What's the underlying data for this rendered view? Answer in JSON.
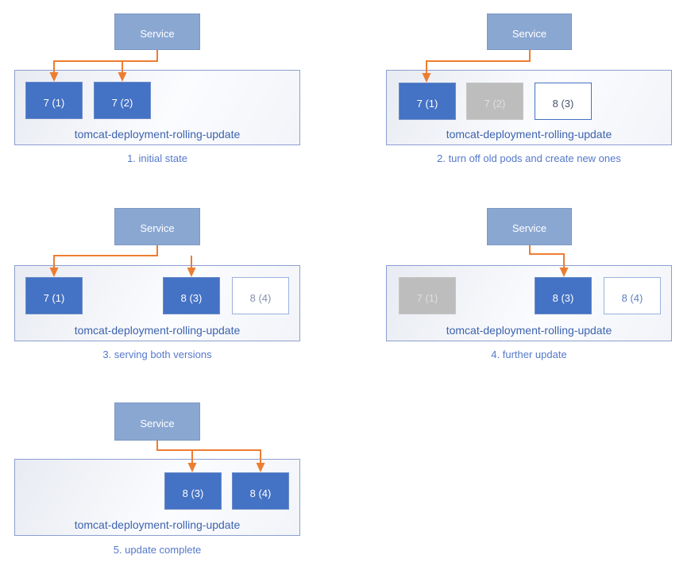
{
  "colors": {
    "service_fill": "#8AA7D2",
    "service_border": "#7C99C6",
    "service_text": "#FFFFFF",
    "pod_active_fill": "#4472C4",
    "pod_active_border": "#6C8CC8",
    "pod_active_text": "#FFFFFF",
    "pod_terminated_fill": "#BDBDBD",
    "pod_terminated_border": "#C6C6C6",
    "pod_terminated_text": "#DFDFDF",
    "pod_new_fill": "#FFFFFF",
    "arrow": "#ED7D31",
    "container_border": "#8C9FD0",
    "deployment_label_text": "#3D63AF",
    "caption_text": "#5578CC"
  },
  "panels": [
    {
      "id": 1,
      "caption": "1. initial state",
      "service": {
        "label": "Service"
      },
      "deployment": {
        "label": "tomcat-deployment-rolling-update"
      },
      "pods": [
        {
          "label": "7 (1)",
          "state": "active"
        },
        {
          "label": "7 (2)",
          "state": "active"
        }
      ],
      "service_routes_to": [
        "7 (1)",
        "7 (2)"
      ]
    },
    {
      "id": 2,
      "caption": "2. turn off old pods and create new ones",
      "service": {
        "label": "Service"
      },
      "deployment": {
        "label": "tomcat-deployment-rolling-update"
      },
      "pods": [
        {
          "label": "7 (1)",
          "state": "active"
        },
        {
          "label": "7 (2)",
          "state": "terminated"
        },
        {
          "label": "8 (3)",
          "state": "new",
          "border_color": "#4472C4",
          "text_color": "#44546A"
        }
      ],
      "service_routes_to": [
        "7 (1)"
      ]
    },
    {
      "id": 3,
      "caption": "3. serving both versions",
      "service": {
        "label": "Service"
      },
      "deployment": {
        "label": "tomcat-deployment-rolling-update"
      },
      "pods": [
        {
          "label": "7 (1)",
          "state": "active"
        },
        {
          "label": "8 (3)",
          "state": "active"
        },
        {
          "label": "8 (4)",
          "state": "new",
          "border_color": "#9BB2DE",
          "text_color": "#8690AD"
        }
      ],
      "service_routes_to": [
        "7 (1)",
        "8 (3)"
      ]
    },
    {
      "id": 4,
      "caption": "4. further update",
      "service": {
        "label": "Service"
      },
      "deployment": {
        "label": "tomcat-deployment-rolling-update"
      },
      "pods": [
        {
          "label": "7 (1)",
          "state": "terminated"
        },
        {
          "label": "8 (3)",
          "state": "active"
        },
        {
          "label": "8 (4)",
          "state": "new",
          "border_color": "#9BB2DE",
          "text_color": "#5F7EC5"
        }
      ],
      "service_routes_to": [
        "8 (3)"
      ]
    },
    {
      "id": 5,
      "caption": "5. update complete",
      "service": {
        "label": "Service"
      },
      "deployment": {
        "label": "tomcat-deployment-rolling-update"
      },
      "pods": [
        {
          "label": "8 (3)",
          "state": "active"
        },
        {
          "label": "8 (4)",
          "state": "active"
        }
      ],
      "service_routes_to": [
        "8 (3)",
        "8 (4)"
      ]
    }
  ]
}
